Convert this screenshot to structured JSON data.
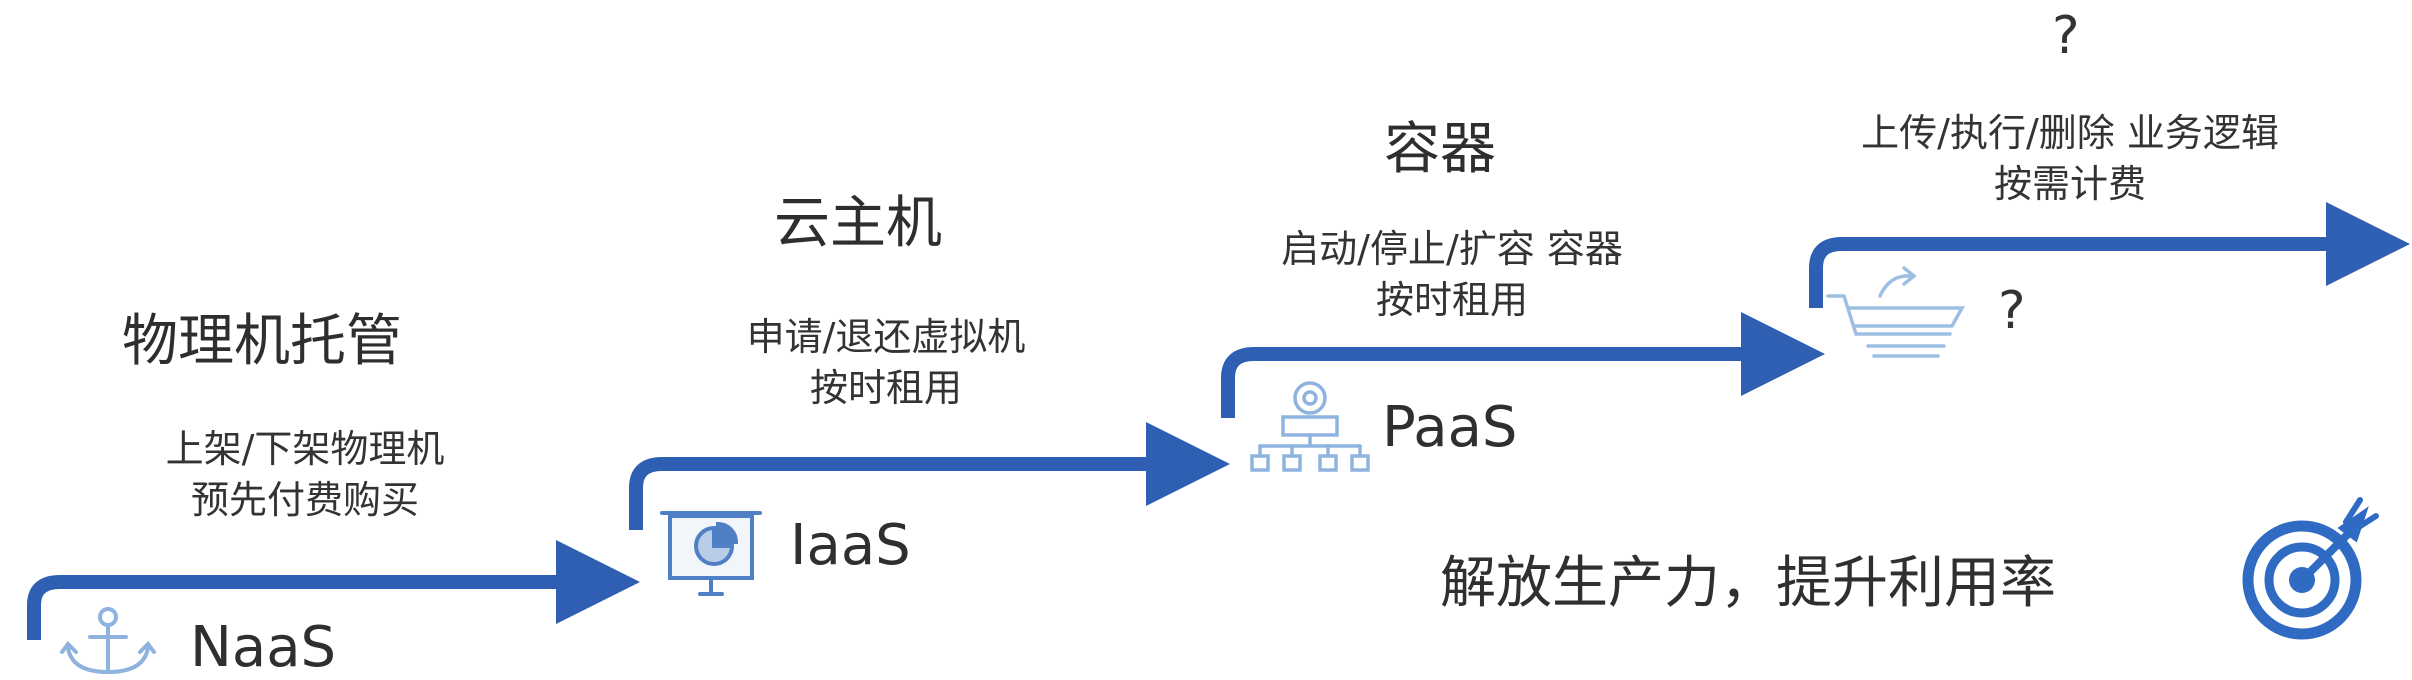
{
  "colors": {
    "arrow": "#2f5fb3",
    "icon_light": "#8fb3df",
    "target": "#2f6bc2"
  },
  "stages": [
    {
      "title": "物理机托管",
      "desc_line1": "上架/下架物理机",
      "desc_line2": "预先付费购买",
      "label": "NaaS",
      "icon": "anchor-icon"
    },
    {
      "title": "云主机",
      "desc_line1": "申请/退还虚拟机",
      "desc_line2": "按时租用",
      "label": "IaaS",
      "icon": "presentation-chart-icon"
    },
    {
      "title": "容器",
      "desc_line1": "启动/停止/扩容 容器",
      "desc_line2": "按时租用",
      "label": "PaaS",
      "icon": "network-hierarchy-icon"
    },
    {
      "title": "?",
      "desc_line1": "上传/执行/删除 业务逻辑",
      "desc_line2": "按需计费",
      "label": "?",
      "icon": "cart-icon"
    }
  ],
  "slogan": "解放生产力，提升利用率",
  "slogan_icon": "target-icon"
}
